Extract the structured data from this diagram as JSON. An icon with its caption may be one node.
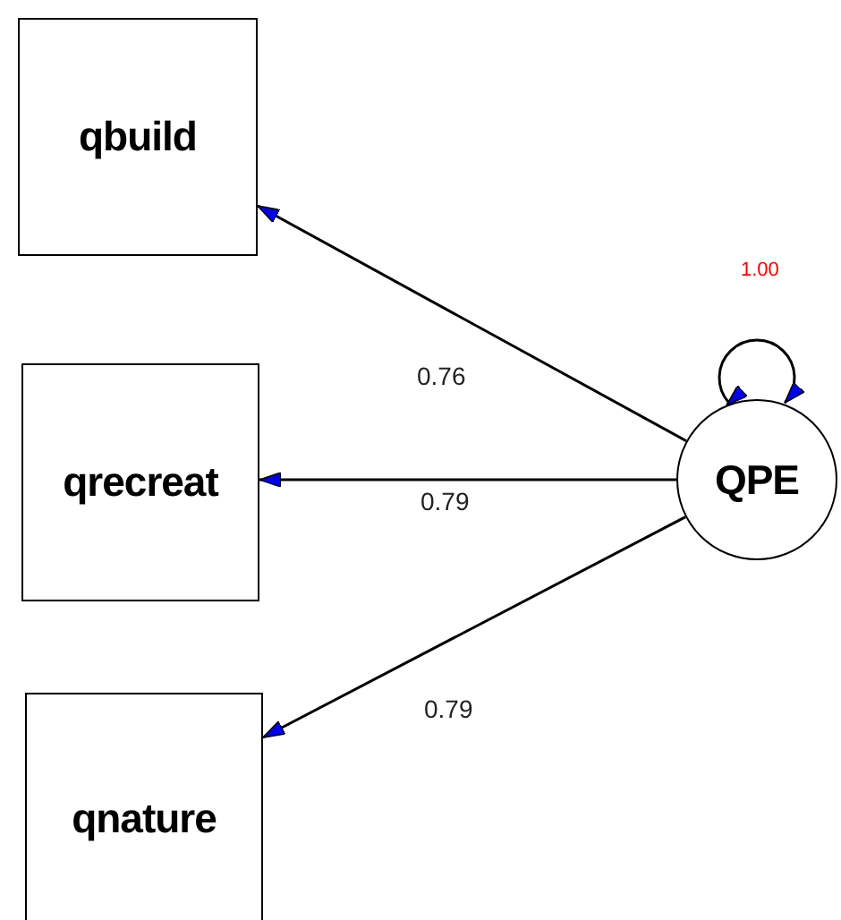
{
  "diagram": {
    "nodes": [
      {
        "text": [
          "qbuild"
        ]
      },
      {
        "text": [
          "qrecreat"
        ]
      },
      {
        "text": [
          "qnature"
        ]
      },
      {
        "text": [
          "QPE"
        ]
      }
    ],
    "edges": [
      {
        "from": 3,
        "to": 0,
        "arrow": "to",
        "label": "0.76"
      },
      {
        "from": 3,
        "to": 1,
        "arrow": "to",
        "label": "0.79"
      },
      {
        "from": 3,
        "to": 2,
        "arrow": "to",
        "label": "0.79"
      },
      {
        "from": 3,
        "to": 3,
        "arrow": "both",
        "label": "1.00"
      }
    ]
  }
}
